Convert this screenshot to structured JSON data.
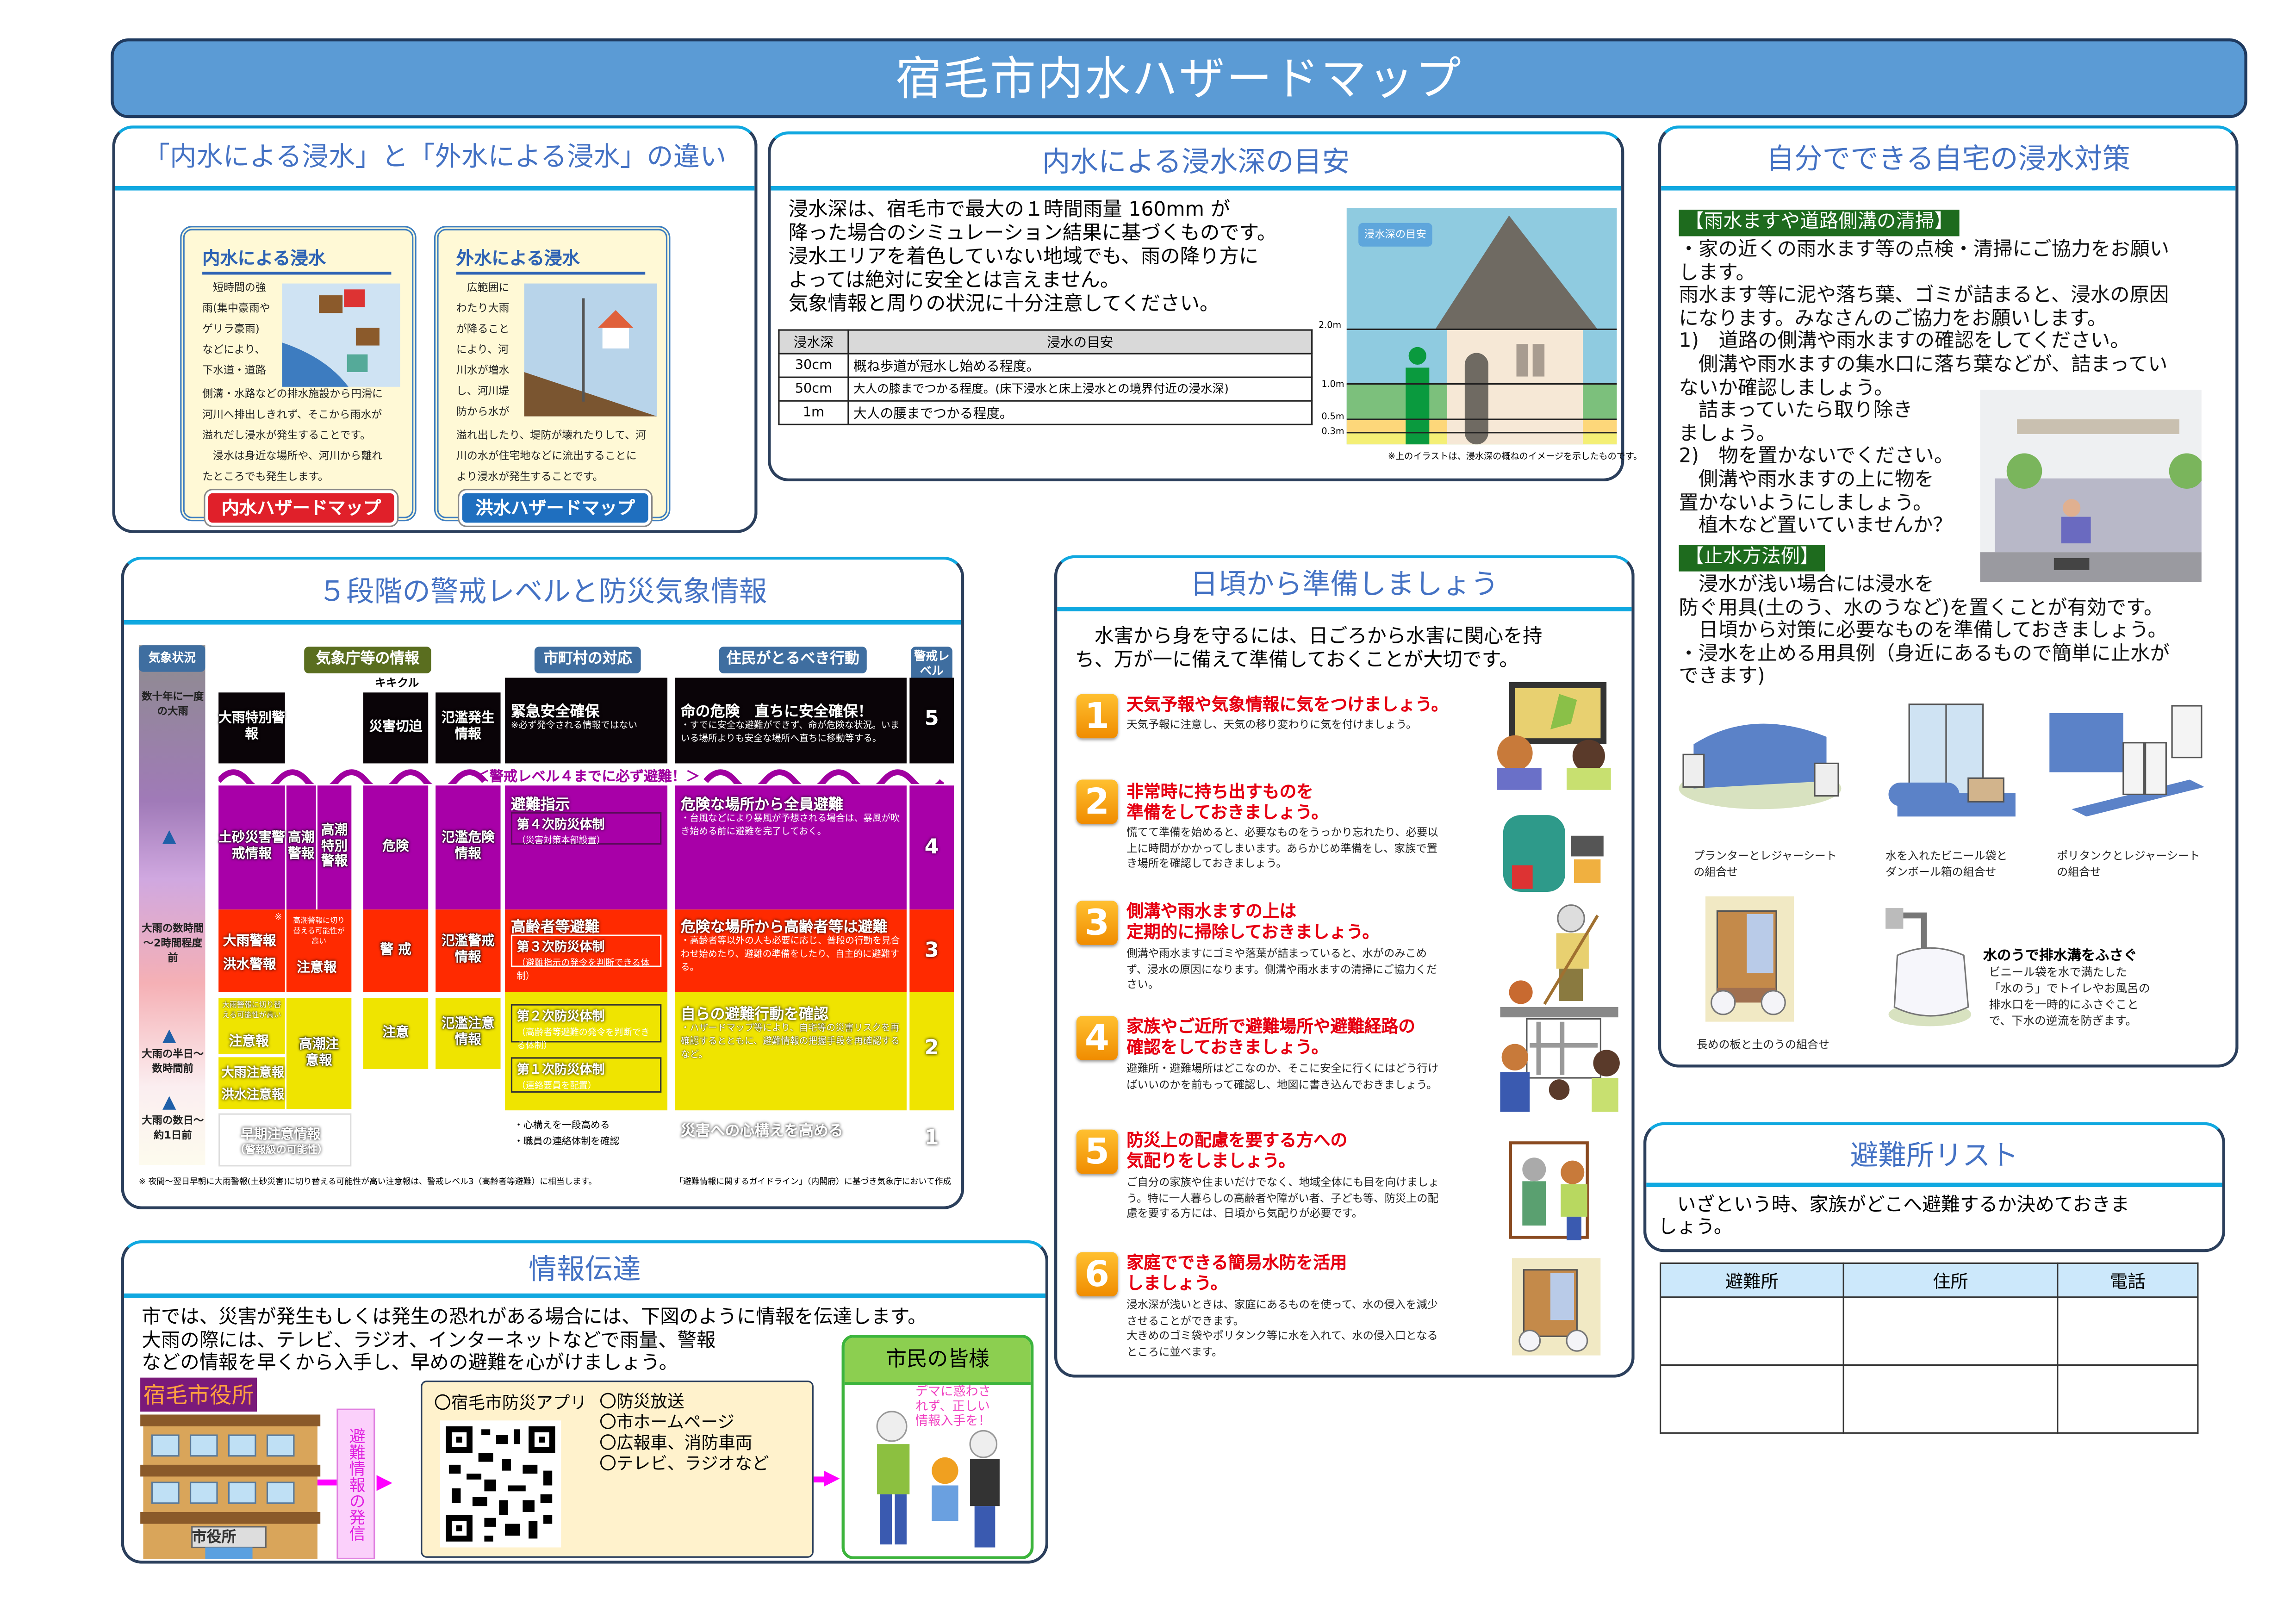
{
  "title": "宿毛市内水ハザードマップ",
  "difference": {
    "heading": "「内水による浸水」と「外水による浸水」の違い",
    "inland": {
      "title": "内水による浸水",
      "text_side": "　短時間の強\n雨(集中豪雨や\nゲリラ豪雨)\nなどにより、\n下水道・道路",
      "text_body": "側溝・水路などの排水施設から円滑に\n河川へ排出しきれず、そこから雨水が\n溢れだし浸水が発生することです。\n　浸水は身近な場所や、河川から離れ\nたところでも発生します。",
      "button": "内水ハザードマップ"
    },
    "river": {
      "title": "外水による浸水",
      "text_side": "　広範囲に\nわたり大雨\nが降ること\nにより、河\n川水が増水\nし、河川堤\n防から水が",
      "text_body": "溢れ出したり、堤防が壊れたりして、河\n川の水が住宅地などに流出することに\nより浸水が発生することです。",
      "button": "洪水ハザードマップ"
    }
  },
  "depth": {
    "heading": "内水による浸水深の目安",
    "intro": "浸水深は、宿毛市で最大の１時間雨量 160mm が\n降った場合のシミュレーション結果に基づくものです。\n浸水エリアを着色していない地域でも、雨の降り方に\nよっては絶対に安全とは言えません。\n気象情報と周りの状況に十分注意してください。",
    "table_headers": [
      "浸水深",
      "浸水の目安"
    ],
    "rows": [
      {
        "depth": "30cm",
        "guide": "概ね歩道が冠水し始める程度。"
      },
      {
        "depth": "50cm",
        "guide": "大人の膝までつかる程度。(床下浸水と床上浸水との境界付近の浸水深)"
      },
      {
        "depth": "1m",
        "guide": "大人の腰までつかる程度。"
      }
    ],
    "illustration_label": "浸水深の目安",
    "scale_labels": [
      "2.0m",
      "1.0m",
      "0.5m",
      "0.3m"
    ],
    "note": "※上のイラストは、浸水深の概ねのイメージを示したものです。"
  },
  "self_measures": {
    "heading": "自分でできる自宅の浸水対策",
    "label_cleaning": "【雨水ますや道路側溝の清掃】",
    "cleaning_text": "・家の近くの雨水ます等の点検・清掃にご協力をお願い\nします。\n雨水ます等に泥や落ち葉、ゴミが詰まると、浸水の原因\nになります。みなさんのご協力をお願いします。\n1)　道路の側溝や雨水ますの確認をしてください。\n　側溝や雨水ますの集水口に落ち葉などが、詰まってい\nないか確認しましょう。\n　詰まっていたら取り除き\nましょう。\n2)　物を置かないでください。\n　側溝や雨水ますの上に物を\n置かないようにしましょう。\n　植木など置いていませんか？",
    "label_stop": "【止水方法例】",
    "stop_text": "　浸水が浅い場合には浸水を\n防ぐ用具(土のう、水のうなど)を置くことが有効です。\n　日頃から対策に必要なものを準備しておきましょう。\n・浸水を止める用具例（身近にあるもので簡単に止水が\nできます)",
    "tools": [
      "プランターとレジャーシート\nの組合せ",
      "水を入れたビニール袋と\nダンボール箱の組合せ",
      "ポリタンクとレジャーシート\nの組合せ",
      "長めの板と土のうの組合せ"
    ],
    "waterbag_title": "水のうで排水溝をふさぐ",
    "waterbag_text": "ビニール袋を水で満たした\n「水のう」でトイレやお風呂の\n排水口を一時的にふさぐこと\nで、下水の逆流を防ぎます。"
  },
  "warning_levels": {
    "heading": "５段階の警戒レベルと防災気象情報",
    "headers": {
      "weather": "気象状況",
      "jma": "気象庁等の情報",
      "kikikuru": "キキクル",
      "municipal": "市町村の対応",
      "residents": "住民がとるべき行動",
      "level": "警戒レベル"
    },
    "weather_notes": [
      "数十年に一度の大雨",
      "大雨の数時間～2時間程度前",
      "大雨の半日～数時間前",
      "大雨の数日～約1日前"
    ],
    "banner": "＜警戒レベル４までに必ず避難！＞",
    "level5": {
      "jma": "大雨特別警報",
      "kikikuru": "災害切迫",
      "flood": "氾濫発生情報",
      "municipal": "緊急安全確保",
      "municipal_note": "※必ず発令される情報ではない",
      "action": "命の危険　直ちに安全確保！",
      "action_note": "・すでに安全な避難ができず、命が危険な状況。いまいる場所よりも安全な場所へ直ちに移動等する。",
      "level": "5"
    },
    "level4": {
      "jma1": "土砂災害警戒情報",
      "jma2": "高潮警報",
      "jma3": "高潮特別警報",
      "kikikuru": "危険",
      "flood": "氾濫危険情報",
      "municipal": "避難指示",
      "system": "第４次防災体制",
      "system_note": "（災害対策本部設置）",
      "action": "危険な場所から全員避難",
      "action_note": "・台風などにより暴風が予想される場合は、暴風が吹き始める前に避難を完了しておく。",
      "level": "4"
    },
    "level3": {
      "mark": "※",
      "jma1": "大雨警報",
      "jma1b": "洪水警報",
      "jma2_small": "高潮警報に切り替える可能性が高い",
      "jma2": "注意報",
      "kikikuru": "警 戒",
      "flood": "氾濫警戒情報",
      "municipal": "高齢者等避難",
      "system": "第３次防災体制",
      "system_note": "（避難指示の発令を判断できる体制）",
      "action": "危険な場所から高齢者等は避難",
      "action_note": "・高齢者等以外の人も必要に応じ、普段の行動を見合わせ始めたり、避難の準備をしたり、自主的に避難する。",
      "level": "3"
    },
    "level2": {
      "jma1_small": "大雨警報に切り替える可能性が高い",
      "jma1": "注意報",
      "jma1b": "大雨注意報",
      "jma1c": "洪水注意報",
      "jma2": "高潮注意報",
      "kikikuru": "注意",
      "flood": "氾濫注意情報",
      "system2": "第２次防災体制",
      "system2_note": "（高齢者等避難の発令を判断できる体制）",
      "system1": "第１次防災体制",
      "system1_note": "（連絡要員を配置）",
      "action": "自らの避難行動を確認",
      "action_note": "・ハザードマップ等により、自宅等の災害リスクを再確認するとともに、避難情報の把握手段を再確認するなど。",
      "level": "2"
    },
    "level1": {
      "jma": "早期注意情報",
      "jma_note": "（警報級の可能性）",
      "municipal_notes": [
        "・心構えを一段高める",
        "・職員の連絡体制を確認"
      ],
      "action": "災害への心構えを高める",
      "level": "1"
    },
    "footnote_left": "※ 夜間～翌日早朝に大雨警報(土砂災害)に切り替える可能性が高い注意報は、警戒レベル3（高齢者等避難）に相当します。",
    "footnote_right": "「避難情報に関するガイドライン」（内閣府）に基づき気象庁において作成"
  },
  "preparation": {
    "heading": "日頃から準備しましょう",
    "intro": "　水害から身を守るには、日ごろから水害に関心を持\nち、万が一に備えて準備しておくことが大切です。",
    "items": [
      {
        "num": "1",
        "title": "天気予報や気象情報に気をつけましょう。",
        "body": "天気予報に注意し、天気の移り変わりに気を付けましょう。"
      },
      {
        "num": "2",
        "title": "非常時に持ち出すものを\n準備をしておきましょう。",
        "body": "慌てて準備を始めると、必要なものをうっかり忘れたり、必要以\n上に時間がかかってしまいます。あらかじめ準備をし、家族で置\nき場所を確認しておきましょう。"
      },
      {
        "num": "3",
        "title": "側溝や雨水ますの上は\n定期的に掃除しておきましょう。",
        "body": "側溝や雨水ますにゴミや落葉が詰まっていると、水がのみこめ\nず、浸水の原因になります。側溝や雨水ますの清掃にご協力くだ\nさい。"
      },
      {
        "num": "4",
        "title": "家族やご近所で避難場所や避難経路の\n確認をしておきましょう。",
        "body": "避難所・避難場所はどこなのか、そこに安全に行くにはどう行け\nばいいのかを前もって確認し、地図に書き込んでおきましょう。"
      },
      {
        "num": "5",
        "title": "防災上の配慮を要する方への\n気配りをしましょう。",
        "body": "ご自分の家族や住まいだけでなく、地域全体にも目を向けましょ\nう。特に一人暮らしの高齢者や障がい者、子ども等、防災上の配\n慮を要する方には、日頃から気配りが必要です。"
      },
      {
        "num": "6",
        "title": "家庭でできる簡易水防を活用\nしましょう。",
        "body": "浸水深が浅いときは、家庭にあるものを使って、水の侵入を減少\nさせることができます。\n大きめのゴミ袋やポリタンク等に水を入れて、水の侵入口となる\nところに並べます。"
      }
    ]
  },
  "info": {
    "heading": "情報伝達",
    "text": "市では、災害が発生もしくは発生の恐れがある場合には、下図のように情報を伝達します。\n大雨の際には、テレビ、ラジオ、インターネットなどで雨量、警報\nなどの情報を早くから入手し、早めの避難を心がけましょう。",
    "city_office": "宿毛市役所",
    "building_sign": "市役所",
    "dispatch": "避難情報の発信",
    "app": "〇宿毛市防災アプリ",
    "channels": [
      "〇防災放送",
      "〇市ホームページ",
      "〇広報車、消防車両",
      "〇テレビ、ラジオなど"
    ],
    "citizens": "市民の皆様",
    "citizens_note": "デマに惑わさ\nれず、正しい\n情報入手を！"
  },
  "shelters": {
    "heading": "避難所リスト",
    "intro": "　いざという時、家族がどこへ避難するか決めておきま\nしょう。",
    "columns": [
      "避難所",
      "住所",
      "電話"
    ],
    "rows": [
      [
        "",
        "",
        ""
      ],
      [
        "",
        "",
        ""
      ]
    ]
  },
  "colors": {
    "title_bar": "#5b9bd5",
    "heading_text": "#4472c4",
    "level5": "#0a0408",
    "level4": "#a800a8",
    "level3": "#ff2a00",
    "level2": "#efe400",
    "accent_red": "#e60012",
    "label_green": "#1e6b1e"
  }
}
